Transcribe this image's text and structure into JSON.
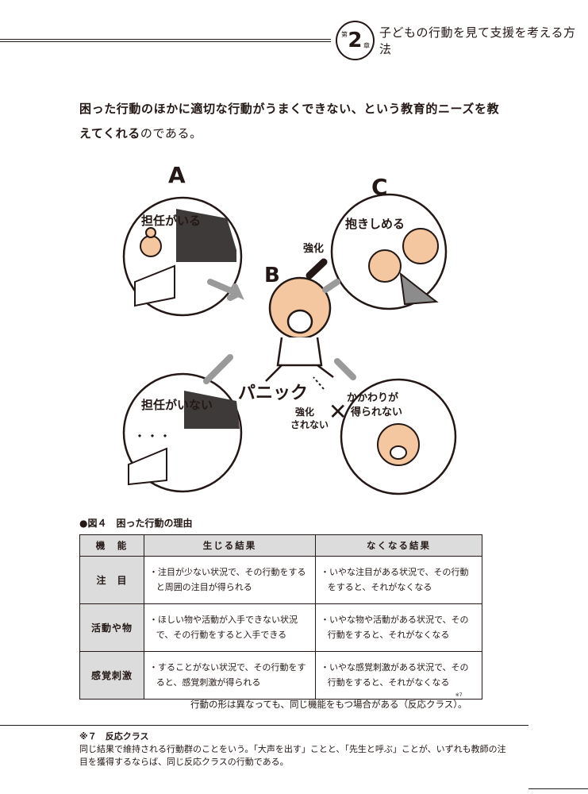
{
  "header": {
    "chapter_prefix": "第",
    "chapter_number": "2",
    "chapter_suffix": "章",
    "chapter_title": "子どもの行動を見て支援を考える方法"
  },
  "body": {
    "bold_part1": "困った行動のほかに適切な行動がうまくできない、という教育的ニーズを教",
    "bold_part2": "えてくれる",
    "normal_part2": "のである。"
  },
  "figure": {
    "label_a": "A",
    "label_b": "B",
    "label_c": "C",
    "bubble_a_top": "担任がいる",
    "bubble_a_bottom": "担任がいない",
    "bubble_c_top": "抱きしめる",
    "bubble_c_bottom_line1": "かかわりが",
    "bubble_c_bottom_line2": "得られない",
    "reinforce": "強化",
    "not_reinforced_line1": "強化",
    "not_reinforced_line2": "されない",
    "panic": "パニック",
    "cross_mark": "✕"
  },
  "caption": "●図４　困った行動の理由",
  "table": {
    "headers": [
      "機　能",
      "生じる結果",
      "なくなる結果"
    ],
    "rows": [
      {
        "function": "注　目",
        "arise": "・注目が少ない状況で、その行動をすると周囲の注目が得られる",
        "remove": "・いやな注目がある状況で、その行動をすると、それがなくなる"
      },
      {
        "function": "活動や物",
        "arise": "・ほしい物や活動が入手できない状況で、その行動をすると入手できる",
        "remove": "・いやな物や活動がある状況で、その行動をすると、それがなくなる"
      },
      {
        "function": "感覚刺激",
        "arise": "・することがない状況で、その行動をすると、感覚刺激が得られる",
        "remove": "・いやな感覚刺激がある状況で、その行動をすると、それがなくなる"
      }
    ]
  },
  "table_note": "行動の形は異なっても、同じ機能をもつ場合がある（反応クラス）。",
  "table_note_mark": "※7",
  "footnote": {
    "title": "※７　反応クラス",
    "text": "同じ結果で維持される行動群のことをいう。「大声を出す」ことと、「先生と呼ぶ」ことが、いずれも教師の注目を獲得するならば、同じ反応クラスの行動である。"
  }
}
